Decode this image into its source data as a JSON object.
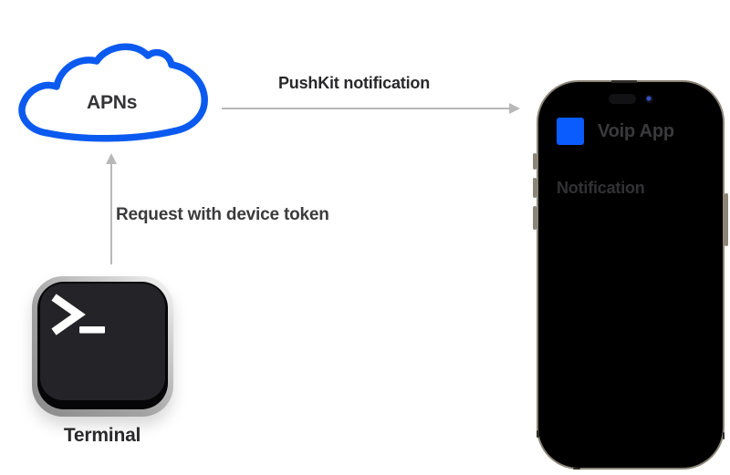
{
  "diagram": {
    "apns": {
      "label": "APNs"
    },
    "pushkit_arrow": {
      "label": "PushKit notification",
      "direction": "right"
    },
    "request_arrow": {
      "label": "Request with device token",
      "direction": "up"
    },
    "terminal": {
      "label": "Terminal",
      "prompt_glyph": ">_"
    },
    "phone": {
      "app_name": "Voip App",
      "notification_text": "Notification"
    }
  },
  "colors": {
    "cloud_blue": "#0b5af0",
    "app_icon_blue": "#0a5cff",
    "arrow_gray": "#b8b8b8",
    "phone_bezel": "#8b8577",
    "phone_screen": "#000000",
    "dark_text": "#28282a",
    "gray_text": "#3b3b3d",
    "background": "#ffffff"
  }
}
